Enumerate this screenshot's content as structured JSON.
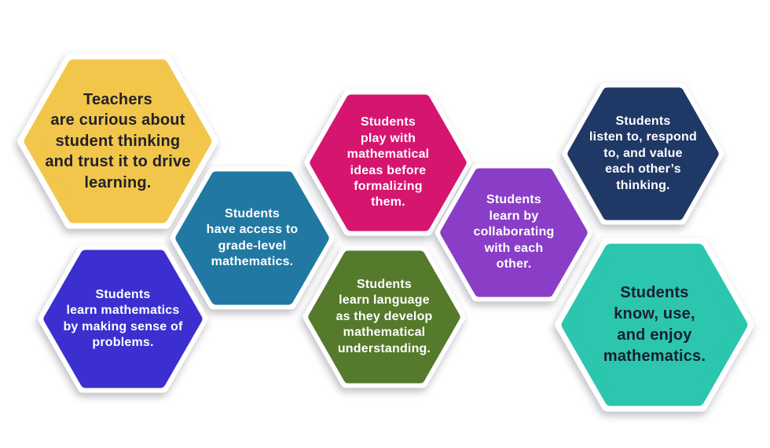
{
  "diagram": {
    "background_color": "#ffffff",
    "hexagons": [
      {
        "id": "teachers-curiosity",
        "fill": "#F1C64B",
        "text_color": "#21222A",
        "text": "Teachers\nare curious about\nstudent thinking\nand trust it to drive\nlearning."
      },
      {
        "id": "grade-level-access",
        "fill": "#2178A3",
        "text_color": "#FFFFFF",
        "text": "Students\nhave access to\ngrade-level\nmathematics."
      },
      {
        "id": "play-with-ideas",
        "fill": "#D6156F",
        "text_color": "#FFFFFF",
        "text": "Students\nplay with\nmathematical\nideas before\nformalizing\nthem."
      },
      {
        "id": "collaboration",
        "fill": "#8A3EC8",
        "text_color": "#FFFFFF",
        "text": "Students\nlearn by\ncollaborating\nwith each\nother."
      },
      {
        "id": "listening-valuing",
        "fill": "#203866",
        "text_color": "#FFFFFF",
        "text": "Students\nlisten to, respond\nto, and value\neach other’s\nthinking."
      },
      {
        "id": "sense-making",
        "fill": "#3B2FD0",
        "text_color": "#FFFFFF",
        "text": "Students\nlearn mathematics\nby making sense of\nproblems."
      },
      {
        "id": "language-development",
        "fill": "#567A2B",
        "text_color": "#FFFFFF",
        "text": "Students\nlearn language\nas they develop\nmathematical\nunderstanding."
      },
      {
        "id": "know-use-enjoy",
        "fill": "#2CC5AE",
        "text_color": "#16202C",
        "text": "Students\nknow, use,\nand enjoy\nmathematics."
      }
    ]
  }
}
